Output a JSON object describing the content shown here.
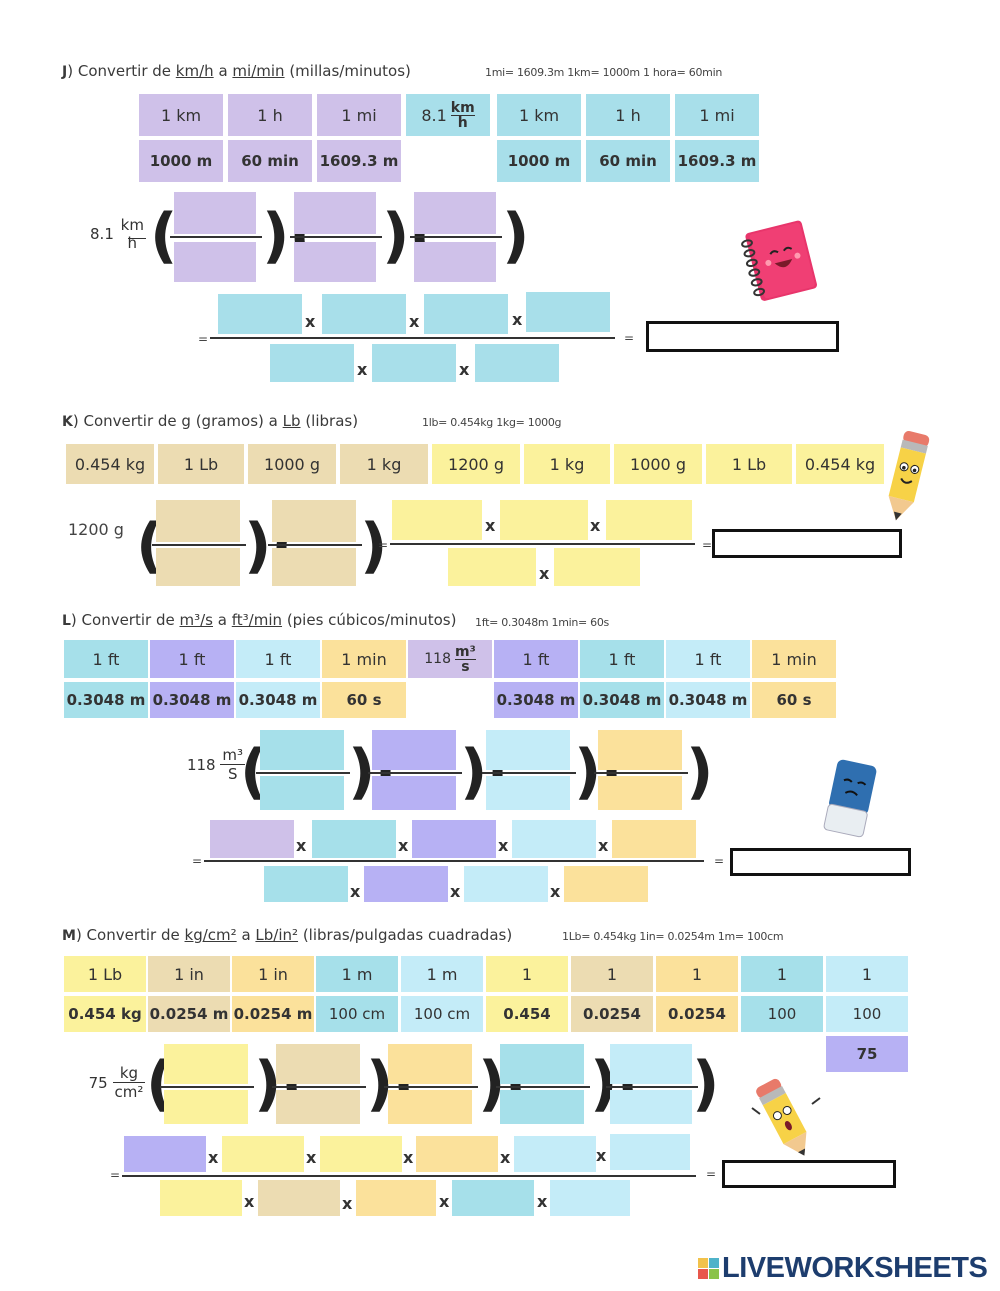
{
  "colors": {
    "purple": "#cfc1e9",
    "cyan": "#a8dfea",
    "tan": "#ecdcb2",
    "yellow": "#fbf29c",
    "blue": "#a6e0ea",
    "violet": "#b7b1f4",
    "lightblue": "#c4ecf8",
    "gold": "#fbe19b",
    "brand": "#1d3d6e"
  },
  "sectionJ": {
    "letter": "J",
    "title_pre": ") Convertir de",
    "unit_a": "km/h",
    "mid": "a",
    "unit_b": "mi/min",
    "title_post": "(millas/minutos)",
    "note": "1mi= 1609.3m   1km= 1000m   1 hora= 60min",
    "tiles_top": [
      "1 km",
      "1 h",
      "1 mi",
      "1 km",
      "1 h",
      "1 mi"
    ],
    "tiles_bottom": [
      "1000 m",
      "60 min",
      "1609.3 m",
      "1000 m",
      "60 min",
      "1609.3 m"
    ],
    "given_tile_num": "8.1",
    "given_tile_frac_n": "km",
    "given_tile_frac_d": "h",
    "start_value": "8.1",
    "start_frac_n": "km",
    "start_frac_d": "h",
    "op": "x",
    "eq": "="
  },
  "sectionK": {
    "letter": "K",
    "title_pre": ") Convertir de g (gramos) a",
    "unit_b": "Lb",
    "title_post": "(libras)",
    "note": "1lb= 0.454kg   1kg= 1000g",
    "tiles": [
      "0.454 kg",
      "1 Lb",
      "1000 g",
      "1 kg",
      "1200 g",
      "1 kg",
      "1000 g",
      "1 Lb",
      "0.454 kg"
    ],
    "start_value": "1200 g"
  },
  "sectionL": {
    "letter": "L",
    "title_pre": ") Convertir de",
    "unit_a": "m³/s",
    "mid": "a",
    "unit_b": "ft³/min",
    "title_post": "(pies cúbicos/minutos)",
    "note": "1ft= 0.3048m   1min= 60s",
    "tiles_top": [
      "1 ft",
      "1 ft",
      "1 ft",
      "1 min",
      "1 ft",
      "1 ft",
      "1 ft",
      "1 min"
    ],
    "tiles_bottom": [
      "0.3048 m",
      "0.3048 m",
      "0.3048 m",
      "60 s",
      "0.3048 m",
      "0.3048 m",
      "0.3048 m",
      "60 s"
    ],
    "given_tile_num": "118",
    "given_tile_frac_n": "m³",
    "given_tile_frac_d": "s",
    "start_value": "118",
    "start_frac_n": "m³",
    "start_frac_d": "S"
  },
  "sectionM": {
    "letter": "M",
    "title_pre": ") Convertir de",
    "unit_a": "kg/cm²",
    "mid": "a",
    "unit_b": "Lb/in²",
    "title_post": "(libras/pulgadas cuadradas)",
    "note": "1Lb= 0.454kg   1in= 0.0254m   1m= 100cm",
    "tiles_top": [
      "1 Lb",
      "1 in",
      "1 in",
      "1 m",
      "1 m",
      "1",
      "1",
      "1",
      "1",
      "1"
    ],
    "tiles_bottom": [
      "0.454 kg",
      "0.0254 m",
      "0.0254 m",
      "100 cm",
      "100 cm",
      "0.454",
      "0.0254",
      "0.0254",
      "100",
      "100"
    ],
    "extra_tile": "75",
    "start_value": "75",
    "start_frac_n": "kg",
    "start_frac_d": "cm²"
  },
  "footer": {
    "brand": "LIVEWORKSHEETS",
    "logo_letters": [
      "L",
      "I",
      "V",
      "E"
    ]
  }
}
